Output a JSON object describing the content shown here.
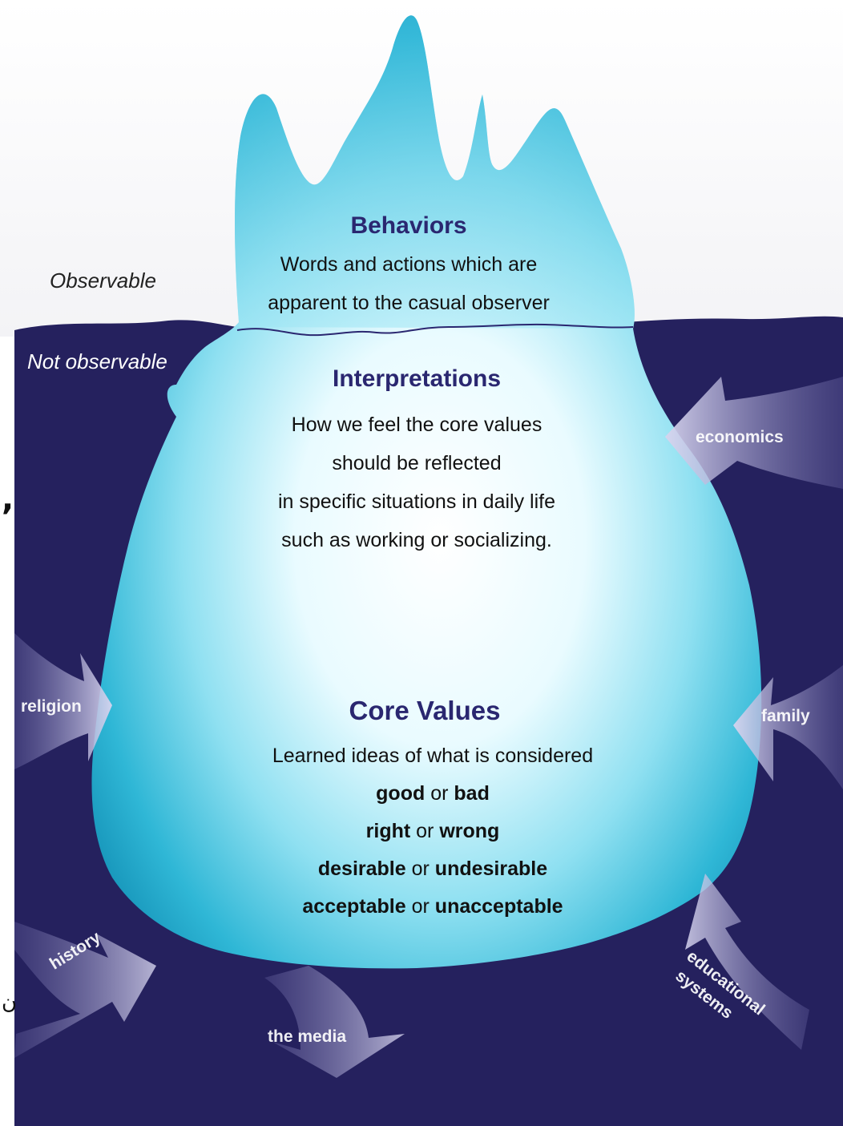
{
  "zones": {
    "above": "Observable",
    "below": "Not observable"
  },
  "layers": {
    "behaviors": {
      "title": "Behaviors",
      "lines": [
        "Words and actions which are",
        "apparent to the casual observer"
      ]
    },
    "interpretations": {
      "title": "Interpretations",
      "lines": [
        "How we feel the core values",
        "should be reflected",
        "in specific situations in daily life",
        "such as working or socializing."
      ]
    },
    "core_values": {
      "title": "Core Values",
      "intro": "Learned ideas of what is considered",
      "pairs": [
        {
          "a": "good",
          "or": "or",
          "b": "bad"
        },
        {
          "a": "right",
          "or": "or",
          "b": "wrong"
        },
        {
          "a": "desirable",
          "or": "or",
          "b": "undesirable"
        },
        {
          "a": "acceptable",
          "or": "or",
          "b": "unacceptable"
        }
      ]
    }
  },
  "forces": {
    "economics": "economics",
    "religion": "religion",
    "family": "family",
    "history": "history",
    "educational": [
      "educational",
      "systems"
    ],
    "media": "the media"
  },
  "stray_marks": {
    "comma": ",",
    "glyph": "ن"
  },
  "colors": {
    "water": "#25215e",
    "ice_light": "#ffffff",
    "ice_mid": "#7fd8ec",
    "ice_dark": "#1aa7c9",
    "title": "#2a2770",
    "arrow": "#c9c6e6"
  }
}
